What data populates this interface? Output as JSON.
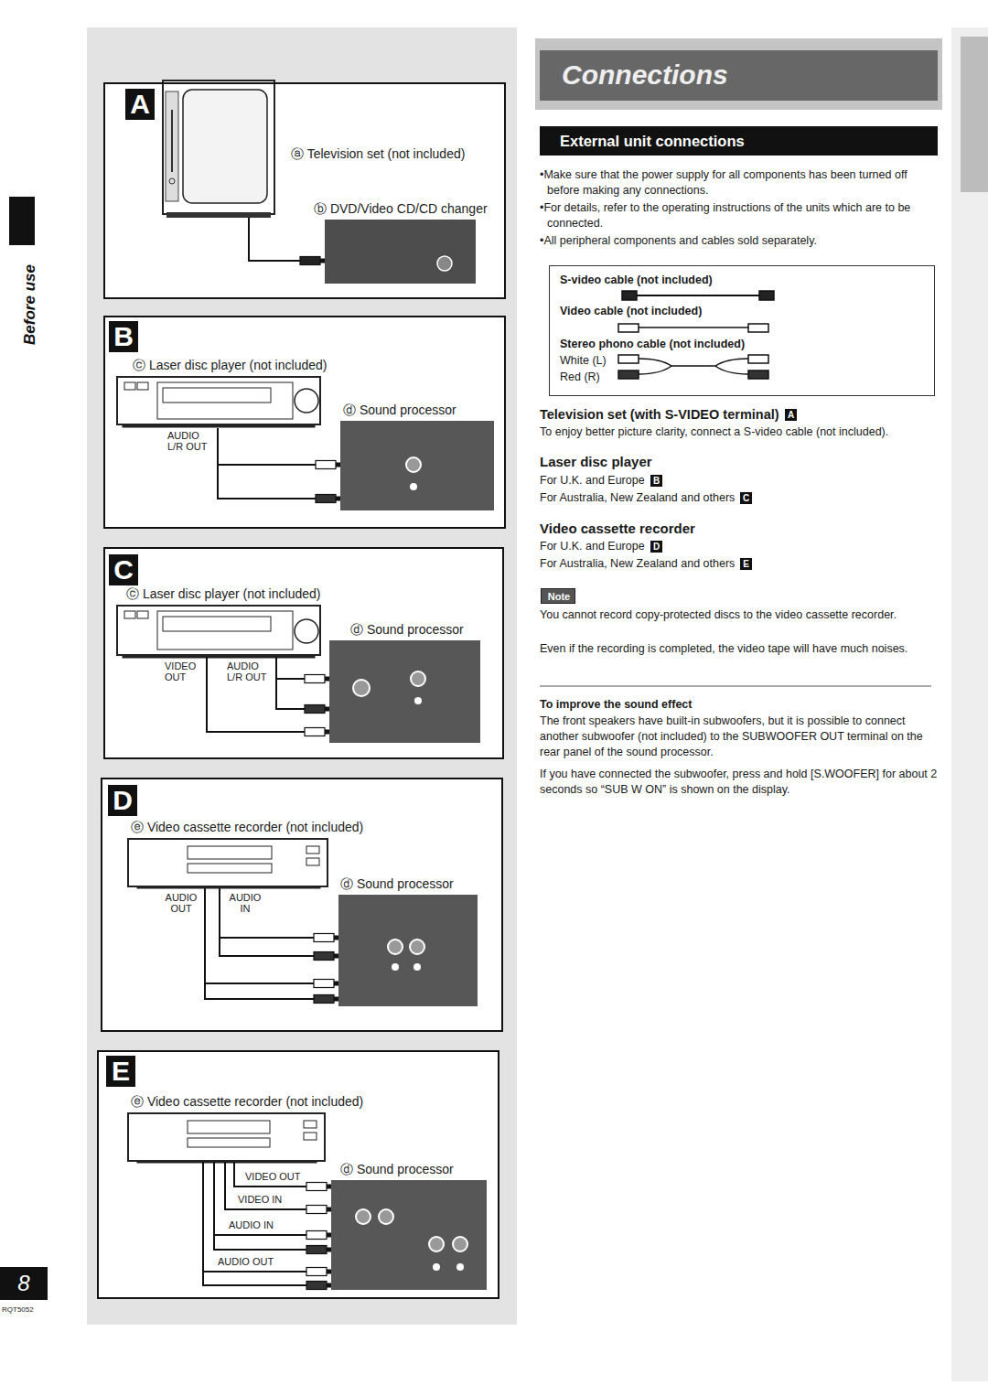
{
  "diagram": {
    "nodes": [
      {
        "text": [
          "A"
        ]
      },
      {
        "text": [
          "ⓐ Television set (not included)"
        ],
        "in": 0
      },
      {
        "text": [
          "ⓑ DVD/Video CD/CD changer"
        ],
        "in": 0
      },
      {
        "text": [
          "B"
        ]
      },
      {
        "text": [
          "ⓒ Laser disc player (not included)",
          "AUDIO L/R OUT"
        ],
        "in": 3
      },
      {
        "text": [
          "ⓓ Sound processor"
        ],
        "in": 3
      },
      {
        "text": [
          "C"
        ]
      },
      {
        "text": [
          "ⓒ Laser disc player (not included)",
          "VIDEO OUT",
          "AUDIO L/R OUT"
        ],
        "in": 6
      },
      {
        "text": [
          "ⓓ Sound processor"
        ],
        "in": 6
      },
      {
        "text": [
          "D"
        ]
      },
      {
        "text": [
          "ⓔ Video cassette recorder (not included)",
          "AUDIO OUT",
          "AUDIO IN"
        ],
        "in": 9
      },
      {
        "text": [
          "ⓓ Sound processor"
        ],
        "in": 9
      },
      {
        "text": [
          "E"
        ]
      },
      {
        "text": [
          "ⓔ Video cassette recorder (not included)",
          "VIDEO OUT",
          "VIDEO IN",
          "AUDIO IN",
          "AUDIO OUT"
        ],
        "in": 12
      },
      {
        "text": [
          "ⓓ Sound processor"
        ],
        "in": 12
      },
      {
        "text": [
          "Connections"
        ]
      },
      {
        "text": [
          "External unit connections"
        ]
      },
      {
        "text": [
          "S-video cable (not included)",
          "Video cable (not included)",
          "Stereo phono cable (not included)",
          "White (L)",
          "Red (R)"
        ]
      },
      {
        "text": [
          "A"
        ]
      },
      {
        "text": [
          "B"
        ]
      },
      {
        "text": [
          "C"
        ]
      },
      {
        "text": [
          "D"
        ]
      },
      {
        "text": [
          "E"
        ]
      },
      {
        "text": [
          "Note"
        ]
      },
      {
        "text": [
          "8"
        ]
      }
    ],
    "edges": [
      {
        "from": 1,
        "to": 2,
        "arrow": "none"
      },
      {
        "from": 4,
        "to": 5,
        "arrow": "none"
      },
      {
        "from": 4,
        "to": 5,
        "arrow": "none"
      },
      {
        "from": 7,
        "to": 8,
        "arrow": "none"
      },
      {
        "from": 7,
        "to": 8,
        "arrow": "none"
      },
      {
        "from": 7,
        "to": 8,
        "arrow": "none"
      },
      {
        "from": 10,
        "to": 11,
        "arrow": "none"
      },
      {
        "from": 10,
        "to": 11,
        "arrow": "none"
      },
      {
        "from": 10,
        "to": 11,
        "arrow": "none"
      },
      {
        "from": 10,
        "to": 11,
        "arrow": "none"
      },
      {
        "from": 13,
        "to": 14,
        "arrow": "none"
      },
      {
        "from": 13,
        "to": 14,
        "arrow": "none"
      },
      {
        "from": 13,
        "to": 14,
        "arrow": "none"
      },
      {
        "from": 13,
        "to": 14,
        "arrow": "none"
      },
      {
        "from": 13,
        "to": 14,
        "arrow": "none"
      },
      {
        "from": 13,
        "to": 14,
        "arrow": "none"
      }
    ],
    "labels": [
      "•Make sure that the power supply for all components has been turned off before making any connections.",
      "•For details, refer to the operating instructions of the units which are to be connected.",
      "•All peripheral components and cables sold separately.",
      "Television set (with S-VIDEO terminal)",
      "To enjoy better picture clarity, connect a S-video cable (not included).",
      "Laser disc player",
      "For U.K. and Europe",
      "For Australia, New Zealand and others",
      "Video cassette recorder",
      "For U.K. and Europe",
      "For Australia, New Zealand and others",
      "You cannot record copy-protected discs to the video cassette recorder.",
      "Even if the recording is completed, the video tape will have much noises.",
      "To improve the sound effect",
      "The front speakers have built-in subwoofers, but it is possible to connect another subwoofer (not included) to the SUBWOOFER OUT terminal on the rear panel of the sound processor.",
      "If you have connected the subwoofer, press and hold [S.WOOFER] for about 2 seconds so “SUB W ON” is shown on the display.",
      "Before use",
      "RQT5052"
    ]
  }
}
